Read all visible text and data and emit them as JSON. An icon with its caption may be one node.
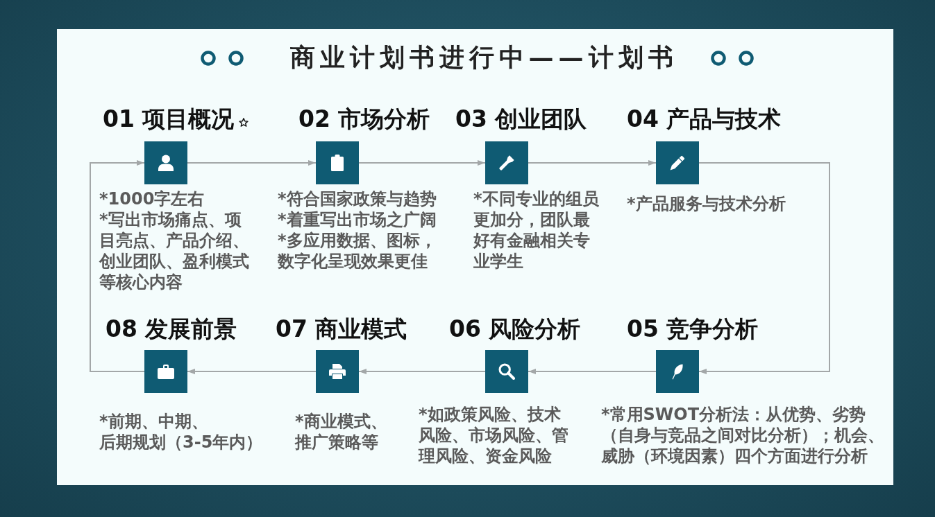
{
  "diagram": {
    "title": "商业计划书进行中——计划书",
    "nodes": [
      {
        "text": [
          "01 项目概况",
          "*1000字左右",
          "*写出市场痛点、项目亮点、产品介绍、创业团队、盈利模式等核心内容"
        ]
      },
      {
        "text": [
          "02 市场分析",
          "*符合国家政策与趋势",
          "*着重写出市场之广阔",
          "*多应用数据、图标，数字化呈现效果更佳"
        ]
      },
      {
        "text": [
          "03 创业团队",
          "*不同专业的组员更加分，团队最好有金融相关专业学生"
        ]
      },
      {
        "text": [
          "04 产品与技术",
          "*产品服务与技术分析"
        ]
      },
      {
        "text": [
          "05 竞争分析",
          "*常用SWOT分析法：从优势、劣势（自身与竞品之间对比分析）；机会、威胁（环境因素）四个方面进行分析"
        ]
      },
      {
        "text": [
          "06 风险分析",
          "*如政策风险、技术风险、市场风险、管理风险、资金风险"
        ]
      },
      {
        "text": [
          "07 商业模式",
          "*商业模式、推广策略等"
        ]
      },
      {
        "text": [
          "08 发展前景",
          "*前期、中期、后期规划（3-5年内）"
        ]
      }
    ],
    "edges": [
      {
        "from": 0,
        "to": 1,
        "arrow": "to"
      },
      {
        "from": 1,
        "to": 2,
        "arrow": "to"
      },
      {
        "from": 2,
        "to": 3,
        "arrow": "to"
      },
      {
        "from": 3,
        "to": 4,
        "arrow": "to"
      },
      {
        "from": 4,
        "to": 5,
        "arrow": "to"
      },
      {
        "from": 5,
        "to": 6,
        "arrow": "to"
      },
      {
        "from": 6,
        "to": 7,
        "arrow": "to"
      },
      {
        "from": 7,
        "to": 0,
        "arrow": "to"
      }
    ]
  }
}
